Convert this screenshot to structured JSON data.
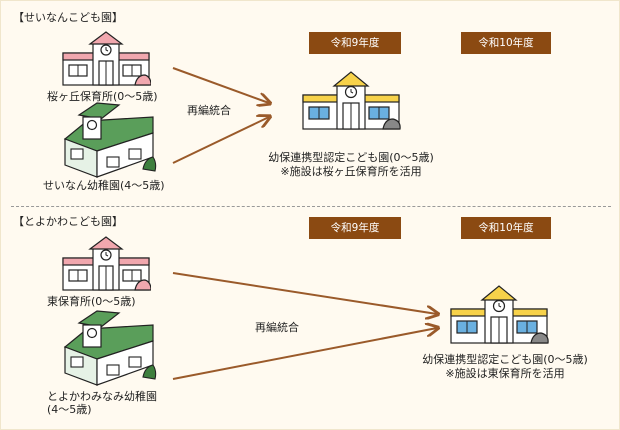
{
  "sections": [
    {
      "heading": "【せいなんこども園】",
      "badge_year1": "令和9年度",
      "badge_year2": "令和10年度",
      "source_a": "桜ヶ丘保育所(0～5歳)",
      "source_b": "せいなん幼稚園(4～5歳)",
      "merge_label": "再編統合",
      "result_line1": "幼保連携型認定こども園(0～5歳)",
      "result_line2": "※施設は桜ヶ丘保育所を活用"
    },
    {
      "heading": "【とよかわこども園】",
      "badge_year1": "令和9年度",
      "badge_year2": "令和10年度",
      "source_a": "東保育所(0～5歳)",
      "source_b_line1": "とよかわみなみ幼稚園",
      "source_b_line2": "(4～5歳)",
      "merge_label": "再編統合",
      "result_line1": "幼保連携型認定こども園(0～5歳)",
      "result_line2": "※施設は東保育所を活用"
    }
  ],
  "colors": {
    "badge_bg": "#8b4a12",
    "arrow": "#9a5a2a",
    "nursery_stripe": "#f1a7ae",
    "kinder_roof": "#5a9e5a",
    "kodomoen_stripe": "#f7d24a"
  },
  "icons": {
    "nursery": "nursery-school-building-icon",
    "kindergarten": "kindergarten-building-icon",
    "kodomoen": "certified-childcare-center-icon"
  }
}
